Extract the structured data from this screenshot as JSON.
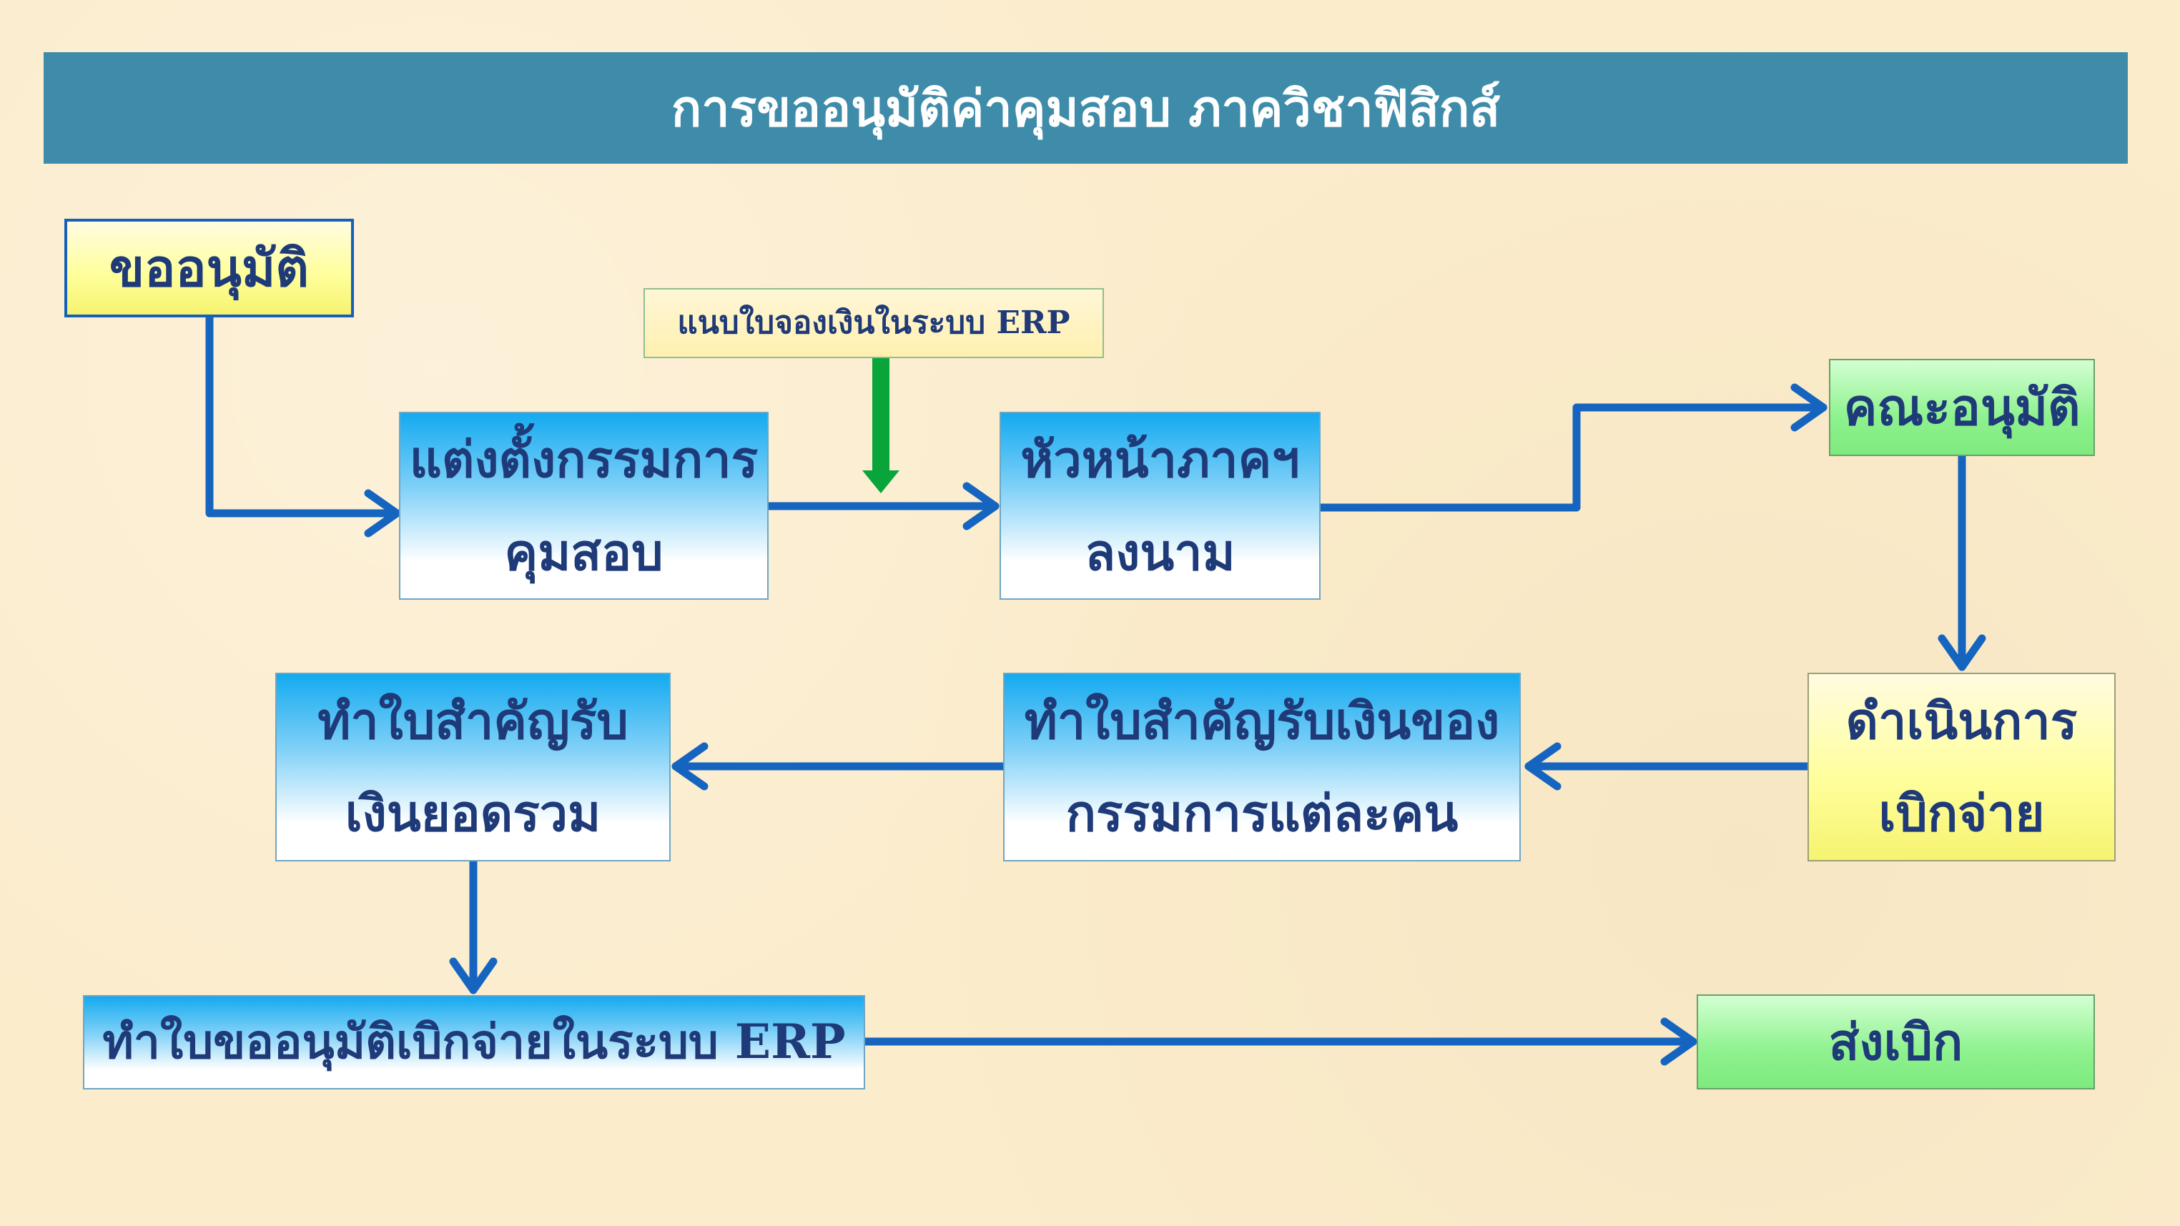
{
  "title": "การขออนุมัติค่าคุมสอบ ภาควิชาฟิสิกส์",
  "steps": {
    "request": "ขออนุมัติ",
    "appoint_line1": "แต่งตั้งกรรมการ",
    "appoint_line2": "คุมสอบ",
    "attach_note": "แนบใบจองเงินในระบบ ERP",
    "head_line1": "หัวหน้าภาคฯ",
    "head_line2": "ลงนาม",
    "committee": "คณะอนุมัติ",
    "proceed_line1": "ดำเนินการ",
    "proceed_line2": "เบิกจ่าย",
    "receipt_each_line1": "ทำใบสำคัญรับเงินของ",
    "receipt_each_line2": "กรรมการแต่ละคน",
    "receipt_total_line1": "ทำใบสำคัญรับ",
    "receipt_total_line2": "เงินยอดรวม",
    "erp_request": "ทำใบขออนุมัติเบิกจ่ายในระบบ ERP",
    "submit": "ส่งเบิก"
  },
  "colors": {
    "title_bg": "#3f8caa",
    "arrow": "#1565c0",
    "note_arrow": "#0aa53a",
    "text": "#1f3a78"
  }
}
